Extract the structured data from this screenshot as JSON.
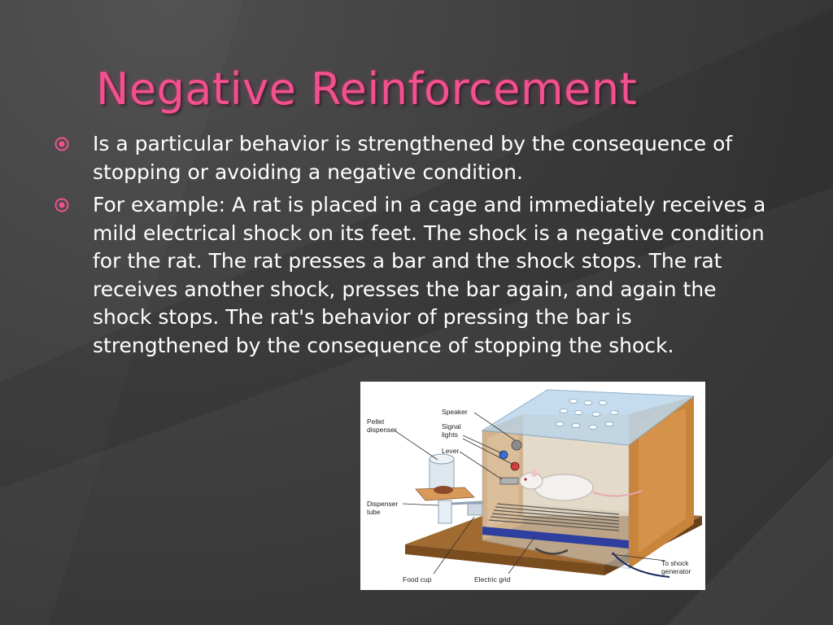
{
  "slide": {
    "title": "Negative Reinforcement",
    "accent_color": "#f2508f",
    "bullet_icon": "circle-dot-icon",
    "bullets": [
      "Is a particular behavior is strengthened by the consequence of stopping or avoiding a negative condition.",
      "For example: A rat is placed in a cage and immediately receives a mild electrical shock on its feet. The shock is a negative condition for the rat. The rat presses a bar and the shock stops. The rat receives another shock, presses the bar again, and again the shock stops. The rat's behavior of pressing the bar is strengthened by the consequence of stopping the shock."
    ]
  },
  "figure": {
    "labels": {
      "pellet_dispenser": [
        "Pellet",
        "dispenser"
      ],
      "speaker": "Speaker",
      "signal_lights": [
        "Signal",
        "lights"
      ],
      "lever": "Lever",
      "dispenser_tube": [
        "Dispenser",
        "tube"
      ],
      "food_cup": "Food cup",
      "electric_grid": "Electric grid",
      "shock_generator": [
        "To shock",
        "generator"
      ]
    }
  }
}
